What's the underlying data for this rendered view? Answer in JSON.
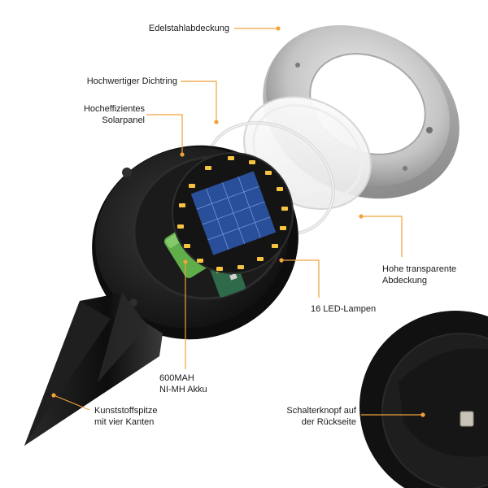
{
  "colors": {
    "leader": "#f2a23a",
    "dot": "#f2a23a",
    "body_dark": "#1d1d1d",
    "steel": "#c9c9c9",
    "solar_blue": "#2a4f9a",
    "led_yellow": "#f5c542",
    "battery_green": "#5fae4a"
  },
  "labels": {
    "edelstahl": {
      "lines": [
        "Edelstahlabdeckung"
      ]
    },
    "dichtring": {
      "lines": [
        "Hochwertiger Dichtring"
      ]
    },
    "solarpanel": {
      "lines": [
        "Hocheffizientes",
        "Solarpanel"
      ]
    },
    "abdeckung": {
      "lines": [
        "Hohe transparente",
        "Abdeckung"
      ]
    },
    "led": {
      "lines": [
        "16 LED-Lampen"
      ]
    },
    "akku": {
      "lines": [
        "600MAH",
        "NI-MH Akku"
      ]
    },
    "spitze": {
      "lines": [
        "Kunststoffspitze",
        "mit vier Kanten"
      ]
    },
    "schalter": {
      "lines": [
        "Schalterknopf auf",
        "der Rückseite"
      ]
    }
  }
}
